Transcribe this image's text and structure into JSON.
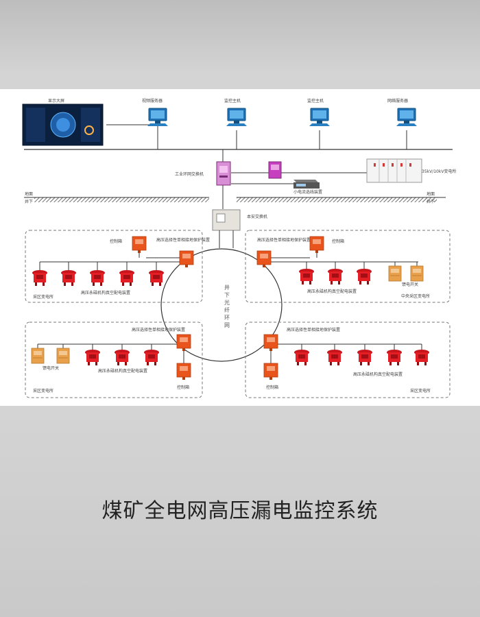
{
  "title": "煤矿全电网高压漏电监控系统",
  "colors": {
    "accent": "#e8541c",
    "switch": "#e8a04a",
    "line": "#333333"
  },
  "diagram": {
    "top_nodes": [
      {
        "id": "display",
        "label": "显示大屏",
        "icon": "screen"
      },
      {
        "id": "video-server",
        "label": "视频服务器",
        "icon": "computer"
      },
      {
        "id": "monitor-host-1",
        "label": "监控主机",
        "icon": "computer"
      },
      {
        "id": "monitor-host-2",
        "label": "监控主机",
        "icon": "computer"
      },
      {
        "id": "network-server",
        "label": "网络服务器",
        "icon": "computer"
      }
    ],
    "industrial_switch": "工业环网交换机",
    "substation": "35kV/10kV变电所",
    "small_current": "小电流选线装置",
    "ground": {
      "left_top": "地面",
      "left_bottom": "井下",
      "right_top": "地面",
      "right_bottom": "井下"
    },
    "local_switch": "本安交换机",
    "ring": "井下光纤环网",
    "zones": {
      "top_left": {
        "control_box": "控制箱",
        "leak_device": "高压选择性单相接地保护装置",
        "breaker_label": "高压永磁机构真空配电装置",
        "zone_label": "采区变电所"
      },
      "top_right": {
        "leak_device": "高压选择性单相接地保护装置",
        "control_box": "控制箱",
        "breaker_label": "高压永磁机构真空配电装置",
        "switch_label": "馈电开关",
        "zone_label": "中央采区变电所"
      },
      "bottom_left": {
        "leak_device": "高压选择性单相接地保护装置",
        "switch_label": "馈电开关",
        "breaker_label": "高压永磁机构真空配电装置",
        "control_box": "控制箱",
        "zone_label": "采区变电所"
      },
      "bottom_right": {
        "leak_device": "高压选择性单相接地保护装置",
        "breaker_label": "高压永磁机构真空配电装置",
        "control_box": "控制箱",
        "zone_label": "采区变电所"
      }
    }
  }
}
